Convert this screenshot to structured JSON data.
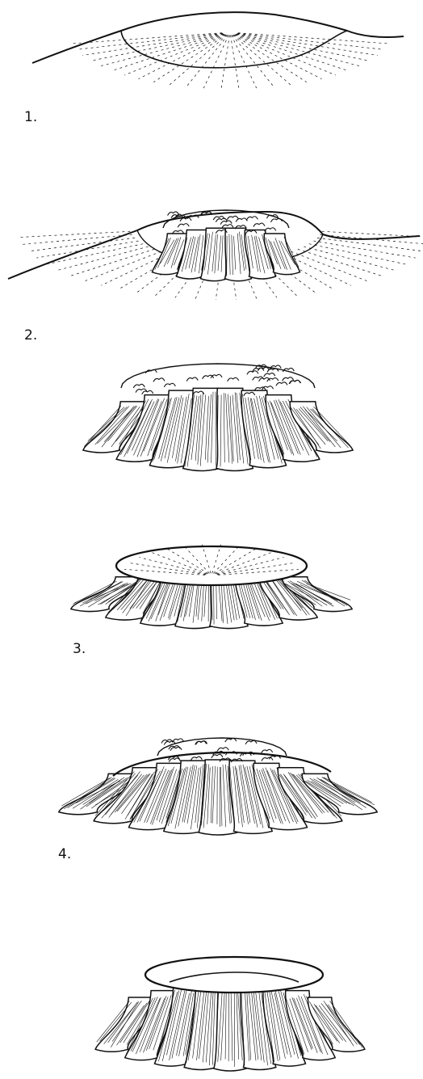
{
  "figure": {
    "labels": {
      "stage1": "1.",
      "stage2": "2.",
      "stage3": "3.",
      "stage4": "4."
    }
  },
  "colors": {
    "ink": "#111111",
    "paper": "#ffffff"
  }
}
